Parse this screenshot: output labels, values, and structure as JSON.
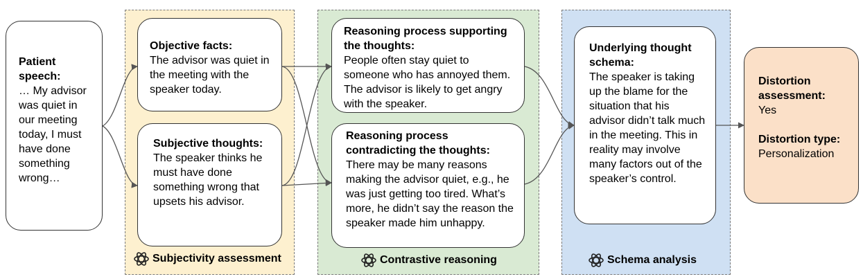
{
  "patient": {
    "heading": "Patient speech:",
    "text": "… My advisor was quiet in our meeting today, I must have done something wrong…"
  },
  "subjectivity": {
    "caption": "Subjectivity assessment",
    "objective_heading": "Objective facts:",
    "objective_text": "The advisor was quiet in the meeting with the speaker today.",
    "subjective_heading": "Subjective thoughts:",
    "subjective_text": "The speaker thinks he must have done something wrong that upsets his advisor."
  },
  "contrastive": {
    "caption": "Contrastive reasoning",
    "supporting_heading": "Reasoning process supporting the thoughts:",
    "supporting_text": "People often stay quiet to someone who has annoyed them. The advisor is likely to get angry with the speaker.",
    "contradicting_heading": "Reasoning process contradicting the thoughts:",
    "contradicting_text": "There may be many reasons making the advisor quiet, e.g., he was just getting too tired. What’s more, he didn’t say the reason the speaker made him unhappy."
  },
  "schema": {
    "caption": "Schema analysis",
    "heading": "Underlying thought schema:",
    "text": "The speaker is taking up the blame for the situation that his advisor didn’t talk much in the meeting. This in reality may involve many factors out of the speaker’s control."
  },
  "distortion": {
    "assessment_heading": "Distortion assessment:",
    "assessment_value": "Yes",
    "type_heading": "Distortion type:",
    "type_value": "Personalization"
  },
  "colors": {
    "subjectivity_bg": "#fdf0cf",
    "contrastive_bg": "#d9ead3",
    "schema_bg": "#cfe0f3",
    "distortion_bg": "#fbe0c8",
    "arrow": "#555555"
  },
  "icons": {
    "caption_icon": "openai-logo-icon"
  }
}
